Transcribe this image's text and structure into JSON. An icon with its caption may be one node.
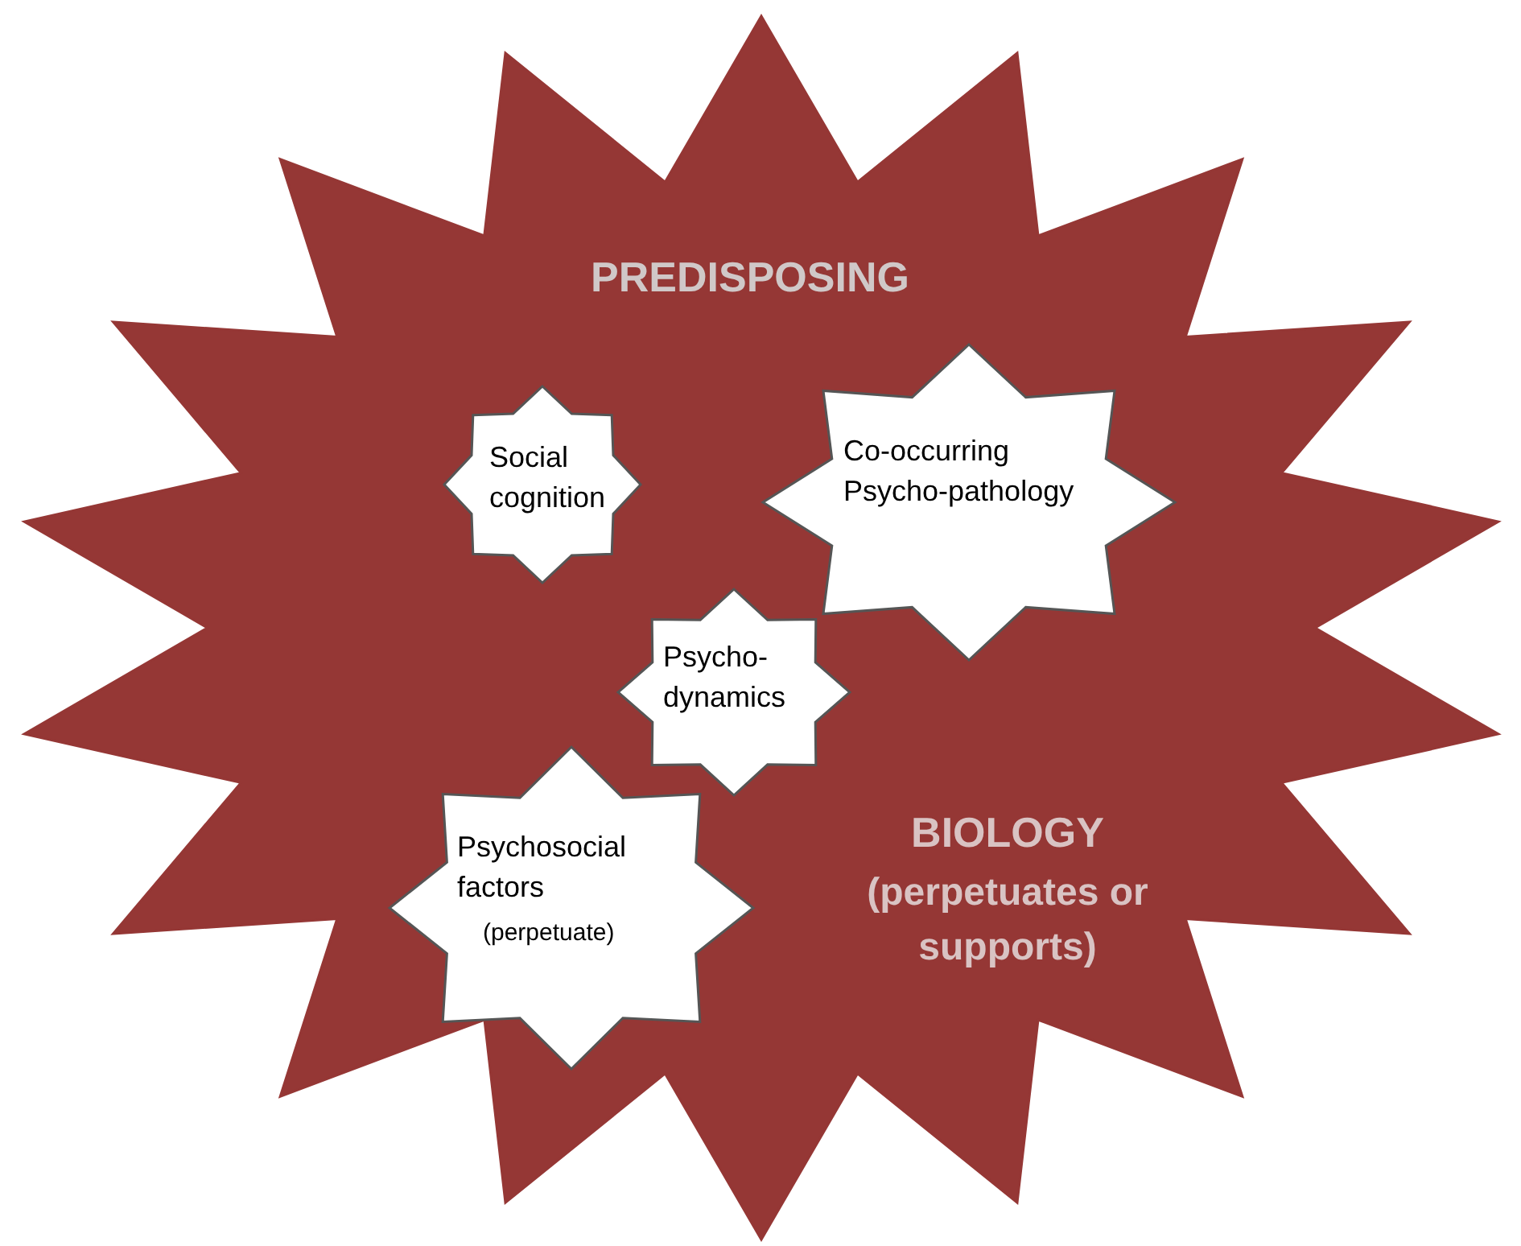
{
  "diagram": {
    "nodes": [
      {
        "text": [
          "PREDISPOSING",
          "BIOLOGY",
          "(perpetuates or supports)"
        ]
      },
      {
        "text": [
          "Social cognition"
        ],
        "in": 0
      },
      {
        "text": [
          "Co-occurring Psycho-pathology"
        ],
        "in": 0
      },
      {
        "text": [
          "Psycho-dynamics"
        ],
        "in": 0
      },
      {
        "text": [
          "Psychosocial factors",
          "(perpetuate)"
        ],
        "in": 0
      }
    ]
  }
}
